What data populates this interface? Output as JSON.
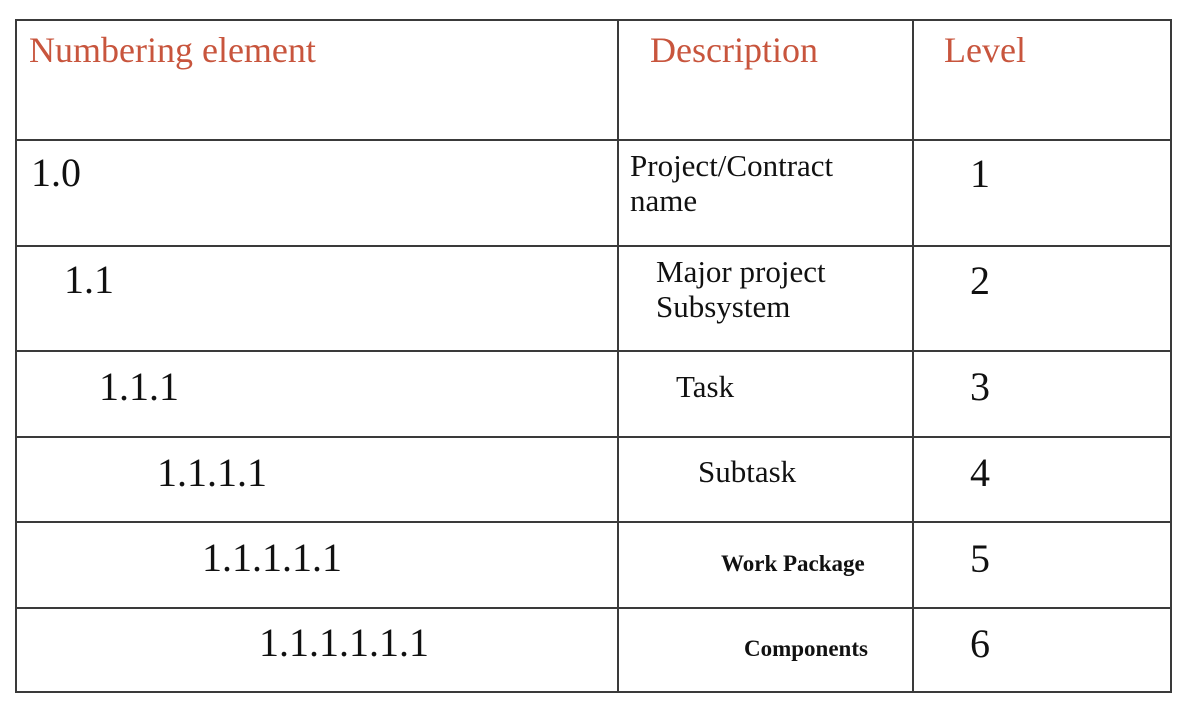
{
  "headers": {
    "numbering": "Numbering element",
    "description": "Description",
    "level": "Level"
  },
  "rows": [
    {
      "number": "1.0",
      "description_line1": "Project/Contract",
      "description_line2": "name",
      "level": "1"
    },
    {
      "number": "1.1",
      "description_line1": "Major project",
      "description_line2": "Subsystem",
      "level": "2"
    },
    {
      "number": "1.1.1",
      "description_line1": "Task",
      "level": "3"
    },
    {
      "number": "1.1.1.1",
      "description_line1": "Subtask",
      "level": "4"
    },
    {
      "number": "1.1.1.1.1",
      "description_line1": "Work Package",
      "level": "5"
    },
    {
      "number": "1.1.1.1.1.1",
      "description_line1": "Components",
      "level": "6"
    }
  ]
}
